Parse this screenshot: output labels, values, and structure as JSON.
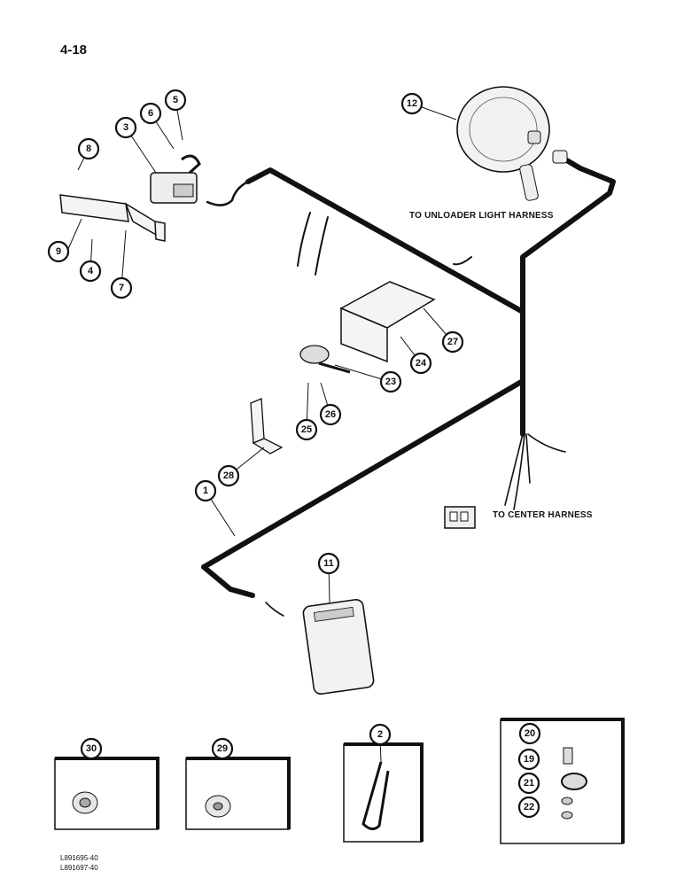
{
  "page_number": "4-18",
  "notes": {
    "unloader": "TO UNLOADER LIGHT HARNESS",
    "center": "TO CENTER HARNESS"
  },
  "references": [
    "L891695-40",
    "L891697-40"
  ],
  "callouts": [
    "1",
    "2",
    "3",
    "4",
    "5",
    "6",
    "7",
    "8",
    "9",
    "11",
    "12",
    "19",
    "20",
    "21",
    "22",
    "23",
    "24",
    "25",
    "26",
    "27",
    "28",
    "29",
    "30"
  ]
}
